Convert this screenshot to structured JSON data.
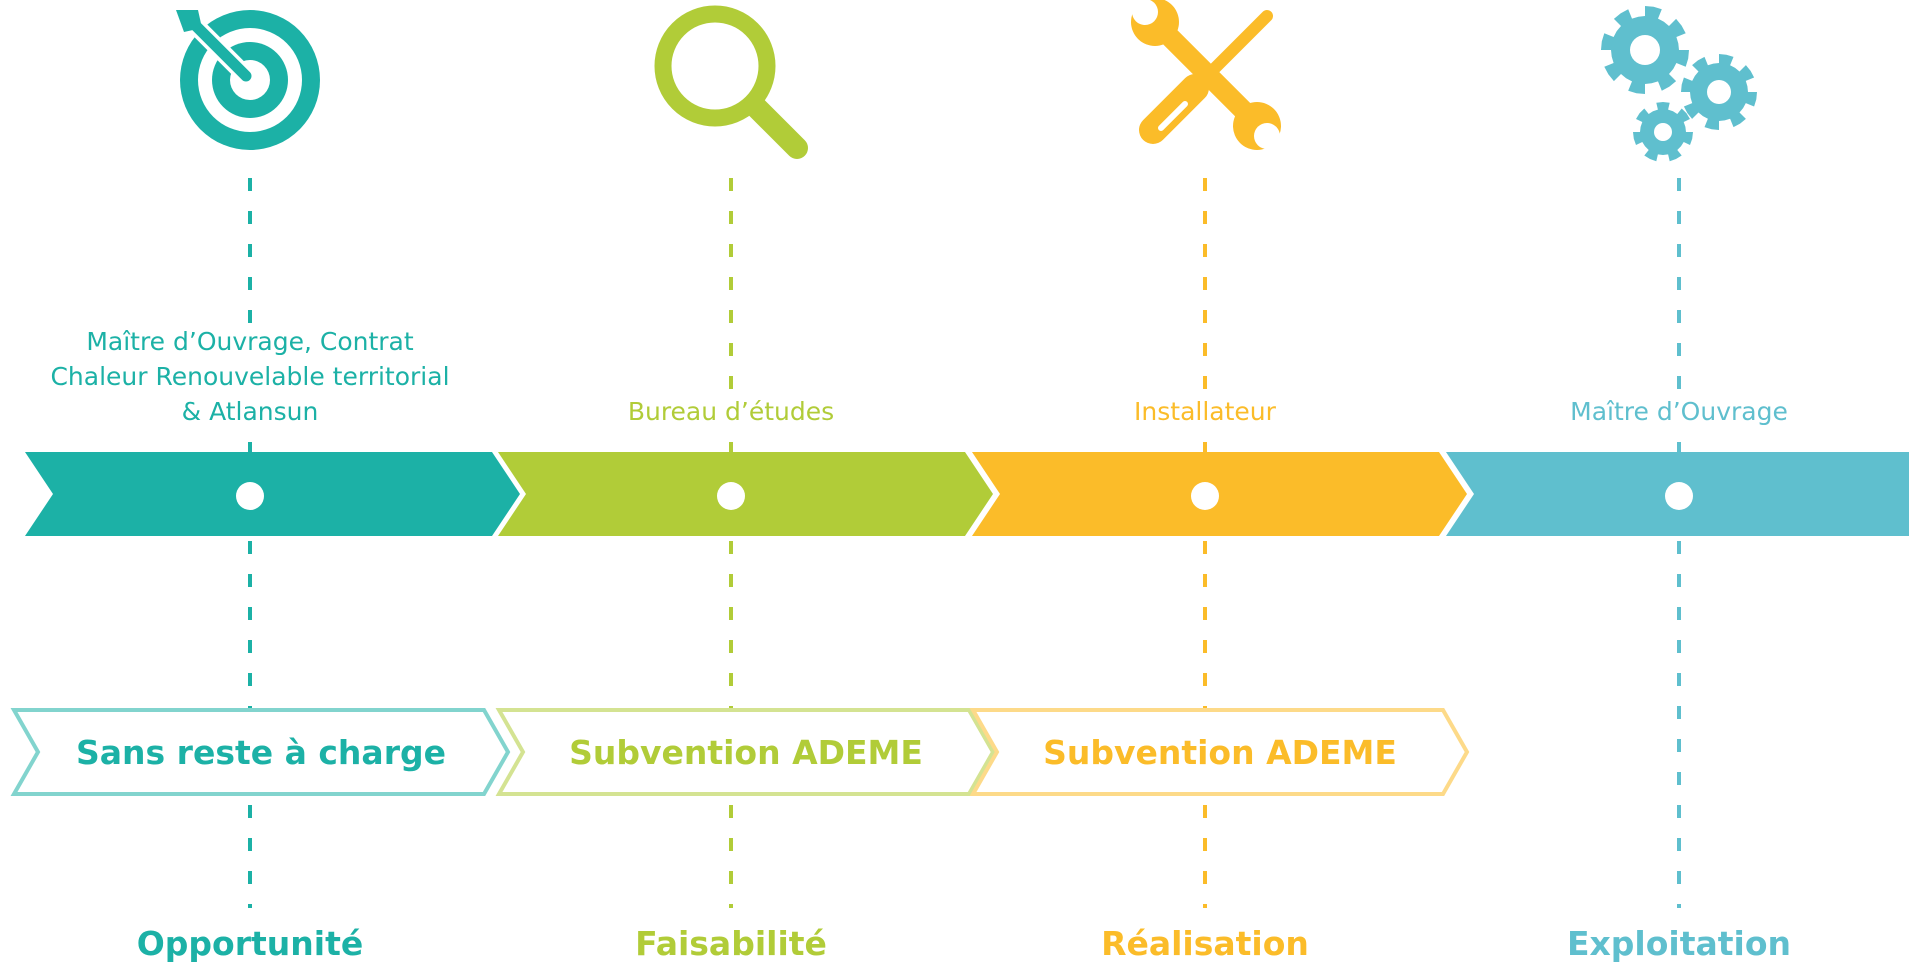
{
  "colors": {
    "teal": "#1cb1a6",
    "green": "#b1cc38",
    "yellow": "#fbbc29",
    "blue": "#5fbfce"
  },
  "stages": [
    {
      "phase": "Opportunité",
      "role_lines": [
        "Maître d’Ouvrage, Contrat",
        "Chaleur Renouvelable territorial",
        "& Atlansun"
      ],
      "funding": "Sans reste à charge",
      "icon": "target-icon",
      "color": "#1cb1a6"
    },
    {
      "phase": "Faisabilité",
      "role_lines": [
        "Bureau d’études"
      ],
      "funding": "Subvention ADEME",
      "icon": "magnifying-glass-icon",
      "color": "#b1cc38"
    },
    {
      "phase": "Réalisation",
      "role_lines": [
        "Installateur"
      ],
      "funding": "Subvention ADEME",
      "icon": "wrench-screwdriver-icon",
      "color": "#fbbc29"
    },
    {
      "phase": "Exploitation",
      "role_lines": [
        "Maître d’Ouvrage"
      ],
      "funding": "",
      "icon": "gears-icon",
      "color": "#5fbfce"
    }
  ]
}
